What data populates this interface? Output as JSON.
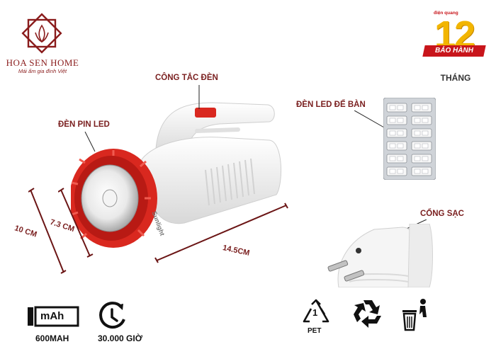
{
  "brand": {
    "name": "HOA SEN HOME",
    "tagline": "Mái ấm gia đình Việt"
  },
  "warranty": {
    "brand_small": "điện quang",
    "number": "12",
    "ribbon": "BẢO HÀNH",
    "unit": "THÁNG"
  },
  "callouts": {
    "switch": "CÔNG TẮC ĐÈN",
    "led_flashlight": "ĐÈN PIN LED",
    "led_table": "ĐÈN LED ĐỂ BÀN",
    "charging_port": "CỔNG SẠC"
  },
  "dimensions": {
    "height": "10 CM",
    "diameter": "7.3 CM",
    "length": "14.5CM"
  },
  "product": {
    "body_text": "Sunlight"
  },
  "specs": {
    "battery_icon_text": "mAh",
    "capacity": "600MAH",
    "lifetime": "30.000 GIỜ"
  },
  "symbols": {
    "pet_number": "1",
    "pet_label": "PET"
  },
  "colors": {
    "accent_red": "#d9281f",
    "label_maroon": "#7a1f1f",
    "warranty_gold": "#f2b500"
  }
}
